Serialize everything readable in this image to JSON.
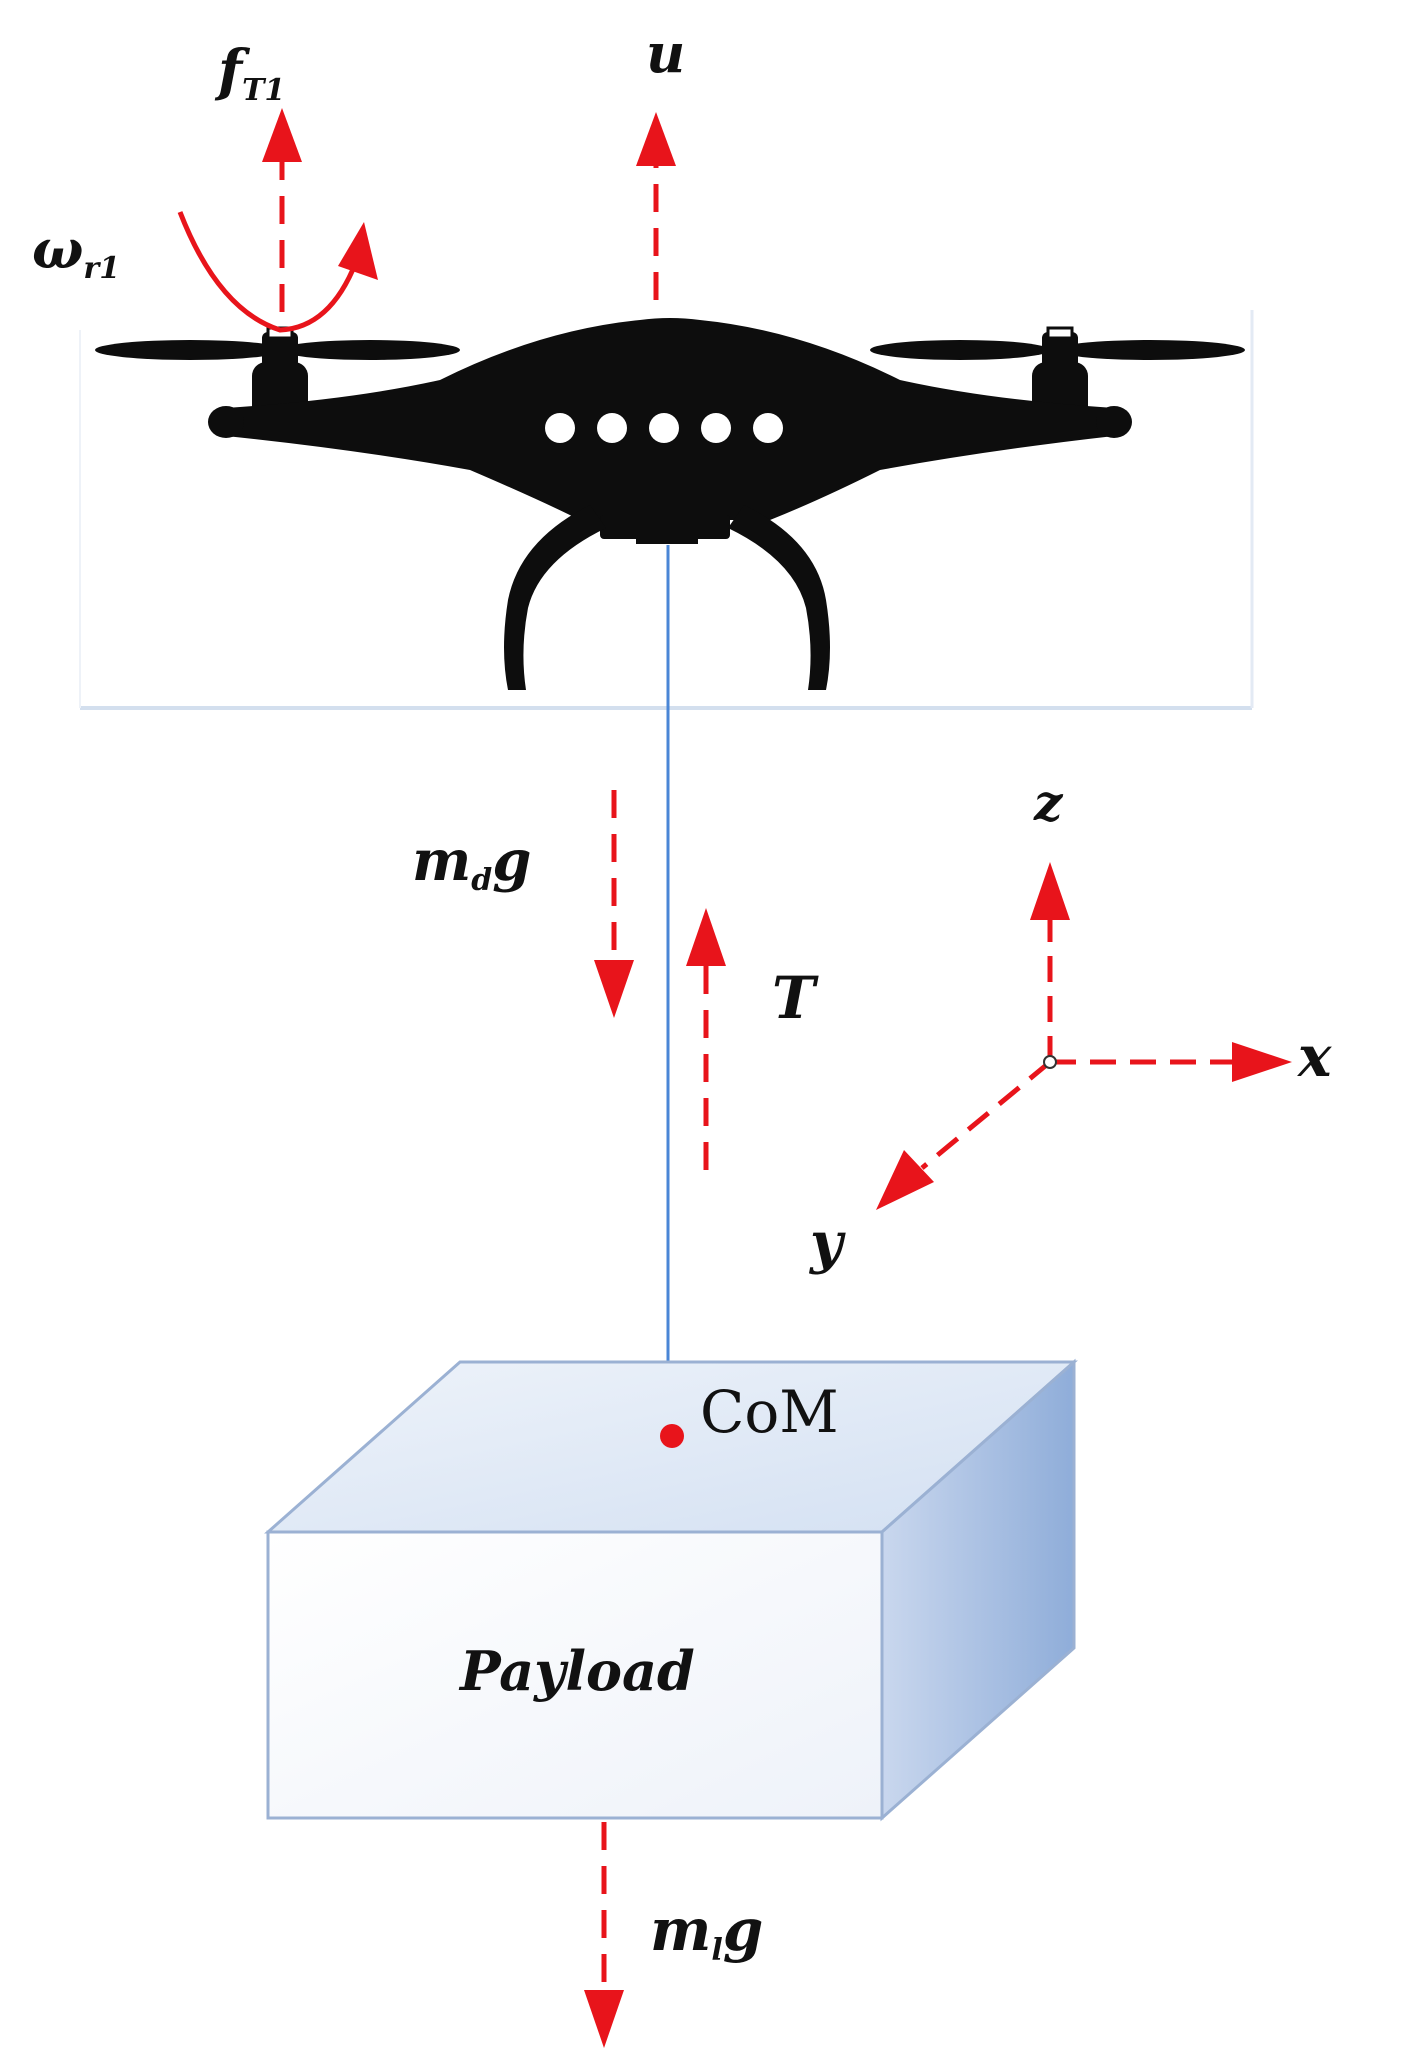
{
  "labels": {
    "thrust_main": "f",
    "thrust_sub": "T1",
    "control_input": "u",
    "rotor_speed_main": "ω",
    "rotor_speed_sub": "r1",
    "drone_weight_main": "m",
    "drone_weight_sub": "d",
    "drone_weight_tail": "g",
    "tension": "T",
    "axis_z": "z",
    "axis_x": "x",
    "axis_y": "y",
    "com": "CoM",
    "payload": "Payload",
    "payload_weight_main": "m",
    "payload_weight_sub": "l",
    "payload_weight_tail": "g"
  },
  "colors": {
    "force_arrow": "#e8141b",
    "cable": "#4a86d6",
    "drone_body": "#0d0d0d",
    "box_front": "#f7f9fd",
    "box_top": "#dfe8f5",
    "box_side": "#9fb8de",
    "box_edge": "#9bb1d3",
    "panel_border": "#d9e4f2"
  }
}
